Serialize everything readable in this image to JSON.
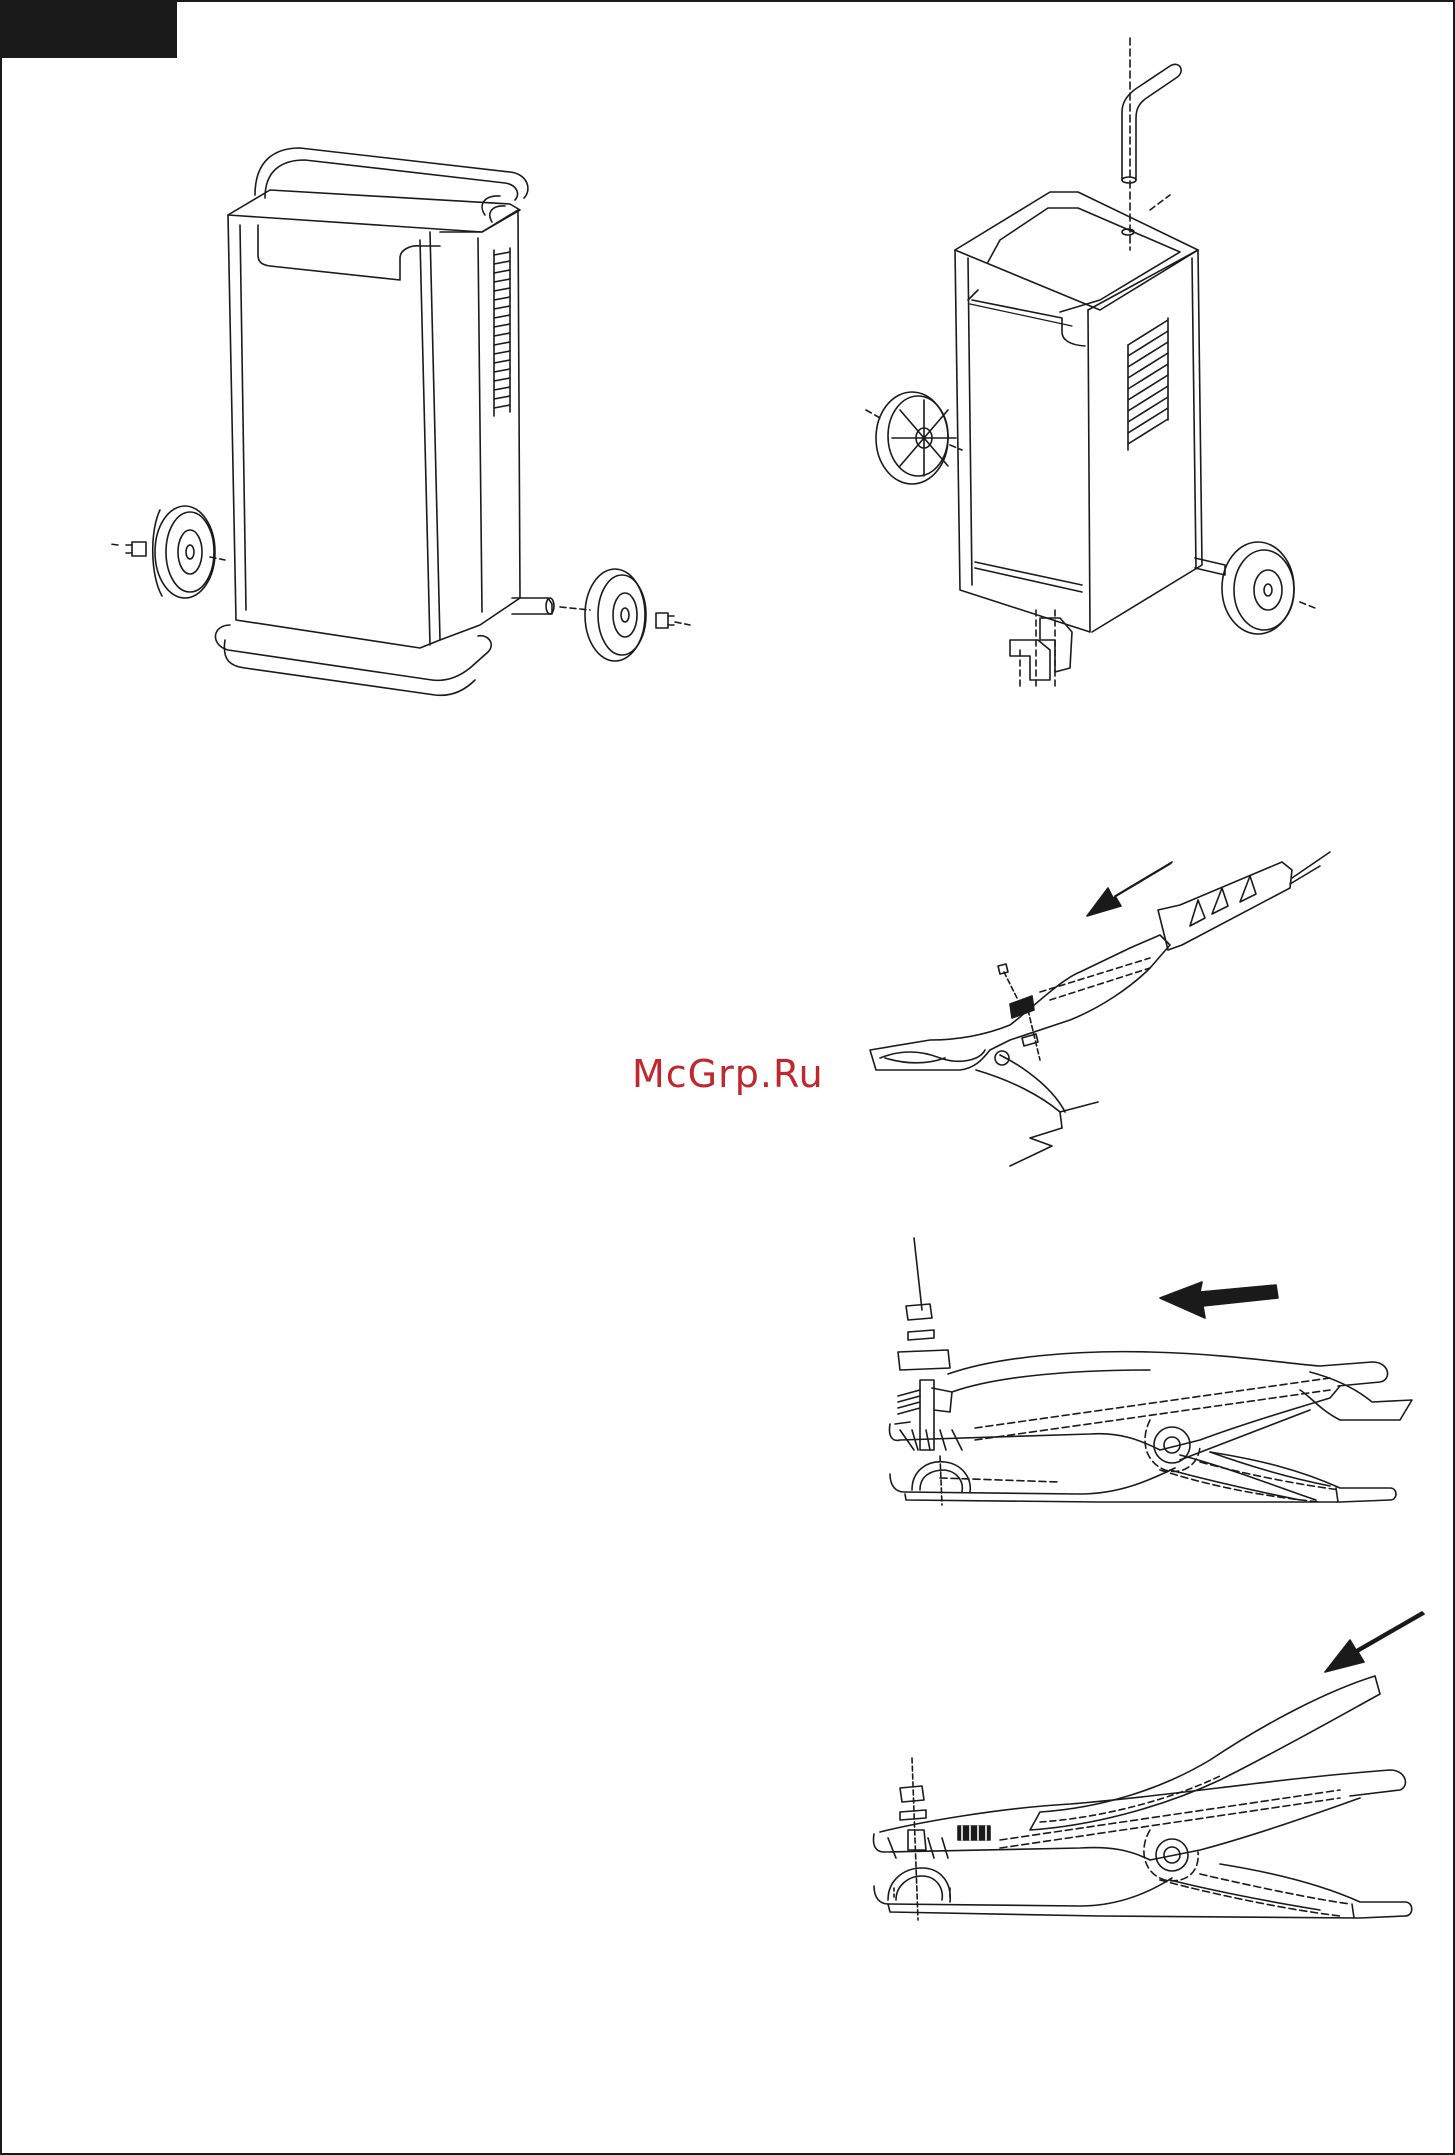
{
  "page": {
    "background": "#ffffff",
    "ink": "#1a1a1a"
  },
  "watermark": {
    "text": "McGrp.Ru",
    "color": "#c0282d"
  },
  "figures": [
    {
      "id": "charger-rear-assembly",
      "depicts": "charger-cabinet-with-handle-and-wheels"
    },
    {
      "id": "charger-front-assembly",
      "depicts": "charger-cabinet-with-handle-wheels-and-foot"
    },
    {
      "id": "small-clamp-cable",
      "depicts": "small-battery-clamp-cable-attachment"
    },
    {
      "id": "large-clamp-bolt",
      "depicts": "large-clamp-bolt-and-washer-attachment"
    },
    {
      "id": "large-clamp-cable",
      "depicts": "large-clamp-cable-insertion"
    }
  ]
}
